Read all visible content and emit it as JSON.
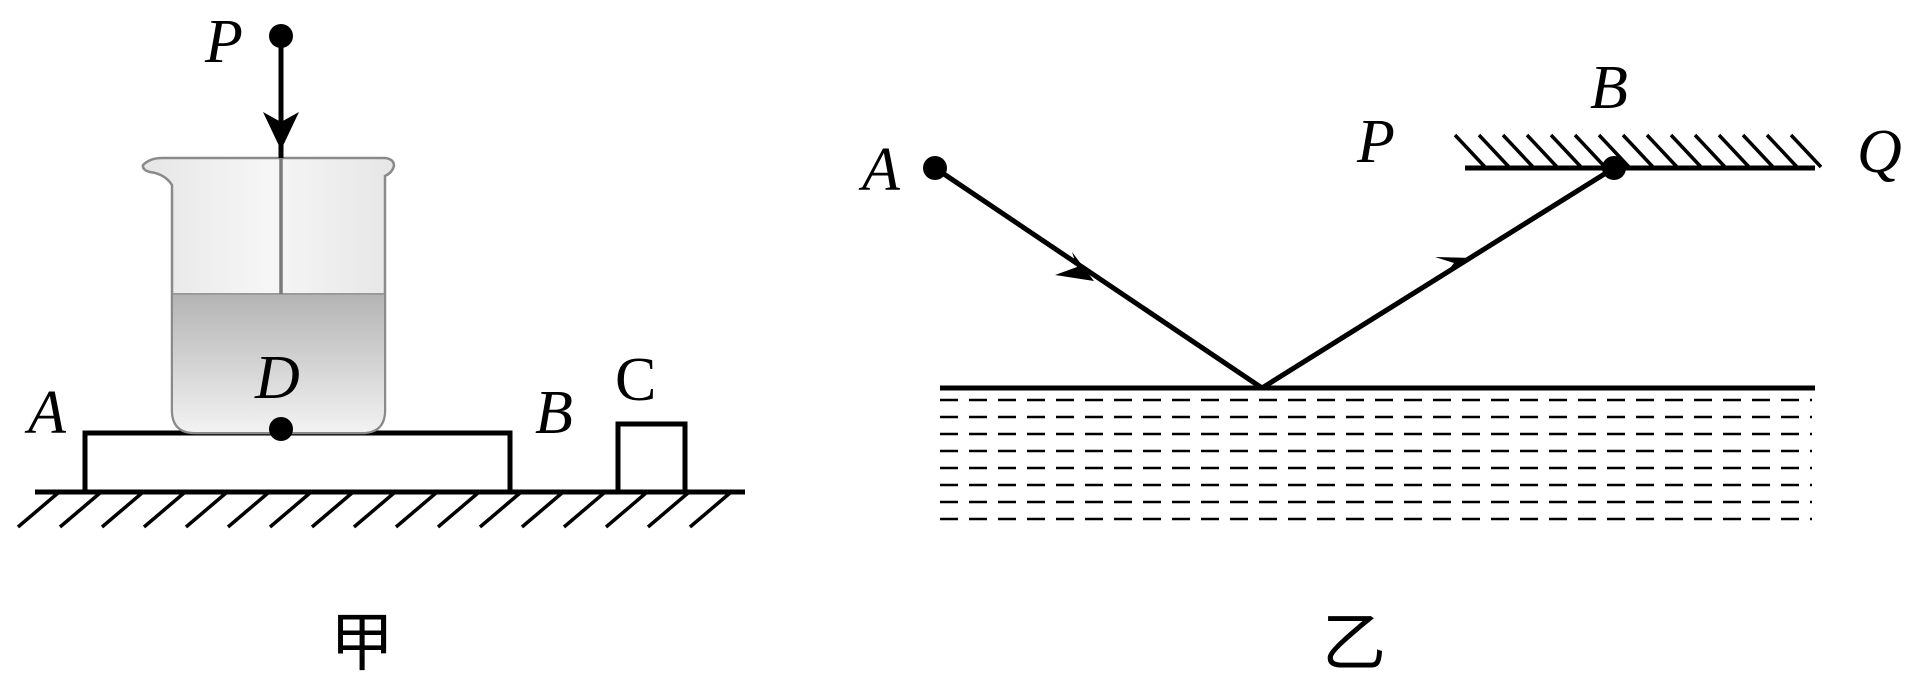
{
  "figure_jia": {
    "point_p": "P",
    "point_d": "D",
    "point_a": "A",
    "point_b": "B",
    "block_c": "C",
    "caption": "甲"
  },
  "figure_yi": {
    "point_a": "A",
    "point_b": "B",
    "mirror_end_p": "P",
    "mirror_end_q": "Q",
    "caption": "乙"
  }
}
